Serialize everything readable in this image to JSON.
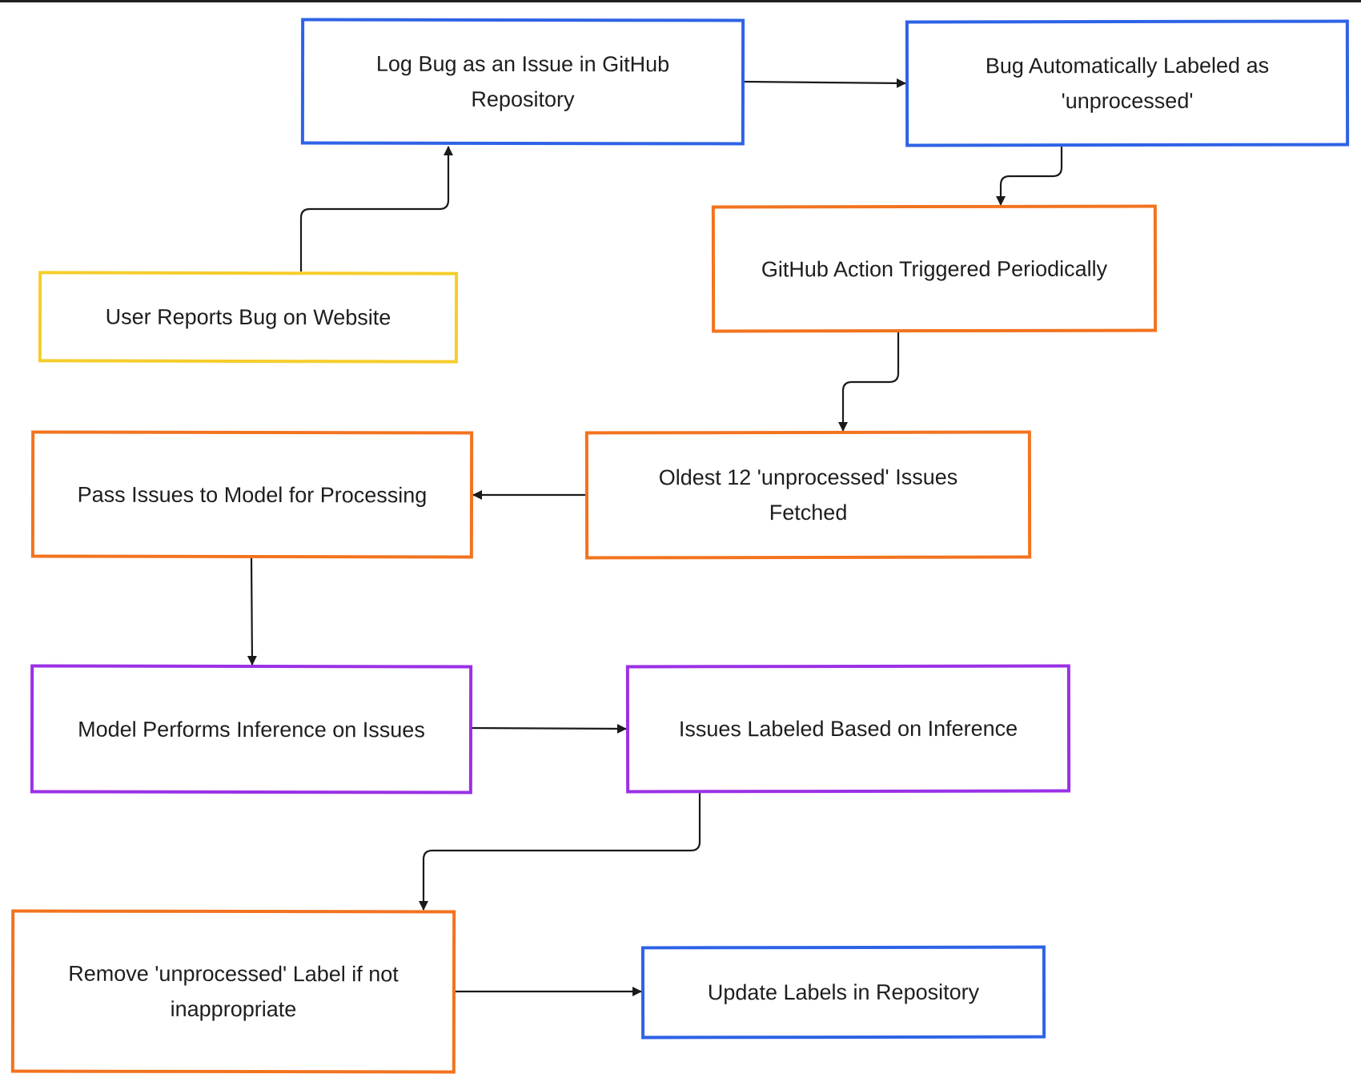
{
  "colors": {
    "blue": "#2e63e6",
    "orange": "#f2731f",
    "yellow": "#f5cd2c",
    "purple": "#9b30e6",
    "arrow": "#1a1a1a",
    "text": "#1e1e1e"
  },
  "nodes": {
    "log_bug": {
      "label": "Log Bug as an Issue in GitHub Repository",
      "color": "blue"
    },
    "auto_labeled": {
      "label": "Bug Automatically Labeled as 'unprocessed'",
      "color": "blue"
    },
    "user_reports": {
      "label": "User Reports Bug on Website",
      "color": "yellow"
    },
    "action_triggered": {
      "label": "GitHub Action Triggered Periodically",
      "color": "orange"
    },
    "pass_issues": {
      "label": "Pass Issues to Model for Processing",
      "color": "orange"
    },
    "oldest_fetched": {
      "label": "Oldest 12 'unprocessed' Issues Fetched",
      "color": "orange"
    },
    "model_inference": {
      "label": "Model Performs Inference on Issues",
      "color": "purple"
    },
    "issues_labeled": {
      "label": "Issues Labeled Based on Inference",
      "color": "purple"
    },
    "remove_label": {
      "label": "Remove 'unprocessed' Label if not inappropriate",
      "color": "orange"
    },
    "update_labels": {
      "label": "Update Labels in Repository",
      "color": "blue"
    }
  },
  "edges": [
    {
      "from": "user_reports",
      "to": "log_bug"
    },
    {
      "from": "log_bug",
      "to": "auto_labeled"
    },
    {
      "from": "auto_labeled",
      "to": "action_triggered"
    },
    {
      "from": "action_triggered",
      "to": "oldest_fetched"
    },
    {
      "from": "oldest_fetched",
      "to": "pass_issues"
    },
    {
      "from": "pass_issues",
      "to": "model_inference"
    },
    {
      "from": "model_inference",
      "to": "issues_labeled"
    },
    {
      "from": "issues_labeled",
      "to": "remove_label"
    },
    {
      "from": "remove_label",
      "to": "update_labels"
    }
  ]
}
